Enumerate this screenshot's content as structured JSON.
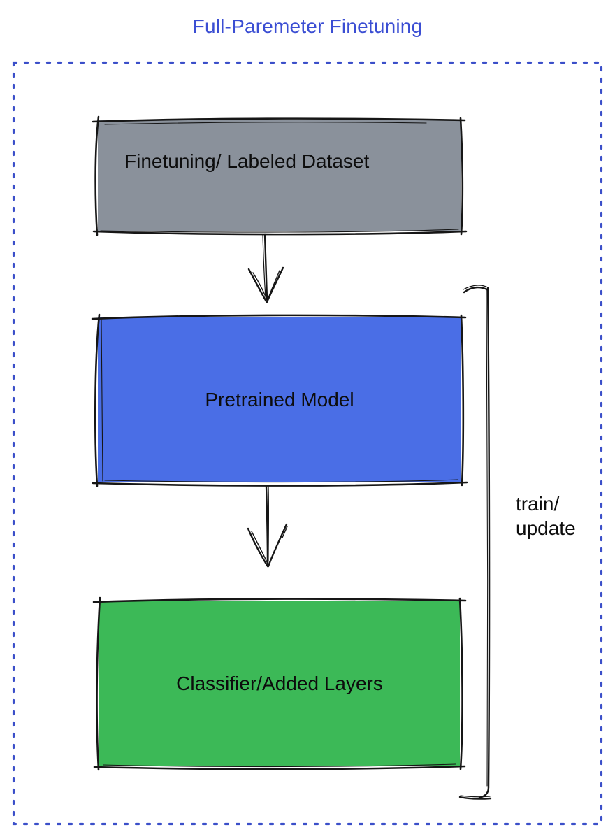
{
  "title": {
    "text": "Full-Paremeter Finetuning",
    "color": "#3b4ed3"
  },
  "container": {
    "border_color": "#3b4fc9",
    "border_style": "dotted"
  },
  "stroke_color": "#161616",
  "boxes": [
    {
      "id": "finetuning-dataset",
      "label": "Finetuning/ Labeled Dataset",
      "fill": "#8a919b"
    },
    {
      "id": "pretrained-model",
      "label": "Pretrained Model",
      "fill": "#4a6ee6"
    },
    {
      "id": "classifier-layers",
      "label": "Classifier/Added Layers",
      "fill": "#3cb957"
    }
  ],
  "connections": [
    {
      "type": "arrow",
      "from": "finetuning-dataset",
      "to": "pretrained-model"
    },
    {
      "type": "arrow",
      "from": "pretrained-model",
      "to": "classifier-layers"
    },
    {
      "type": "bracket",
      "spans": [
        "pretrained-model",
        "classifier-layers"
      ],
      "label": "train/ update"
    }
  ],
  "bracket_label": {
    "line1": "train/",
    "line2": "update"
  }
}
